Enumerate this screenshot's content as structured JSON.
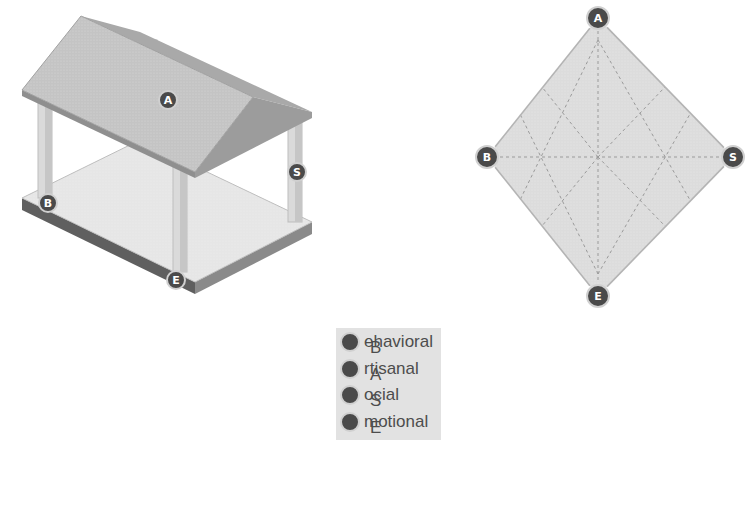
{
  "diagram": {
    "nodes": [
      {
        "text": [
          "A"
        ]
      },
      {
        "text": [
          "B"
        ]
      },
      {
        "text": [
          "S"
        ]
      },
      {
        "text": [
          "E"
        ]
      },
      {
        "text": [
          "A"
        ]
      },
      {
        "text": [
          "B"
        ]
      },
      {
        "text": [
          "S"
        ]
      },
      {
        "text": [
          "E"
        ]
      },
      {
        "text": [
          "ehavioral",
          "rtisanal",
          "ocial",
          "motional"
        ]
      },
      {
        "text": [
          "B"
        ],
        "in": 8
      },
      {
        "text": [
          "A"
        ],
        "in": 8
      },
      {
        "text": [
          "S"
        ],
        "in": 8
      },
      {
        "text": [
          "E"
        ],
        "in": 8
      }
    ],
    "edges": [
      {
        "from": 4,
        "to": 6,
        "arrow": "none"
      },
      {
        "from": 6,
        "to": 7,
        "arrow": "none"
      },
      {
        "from": 7,
        "to": 5,
        "arrow": "none"
      },
      {
        "from": 5,
        "to": 4,
        "arrow": "none"
      },
      {
        "from": 4,
        "to": 7,
        "arrow": "none"
      },
      {
        "from": 5,
        "to": 6,
        "arrow": "none"
      }
    ]
  }
}
